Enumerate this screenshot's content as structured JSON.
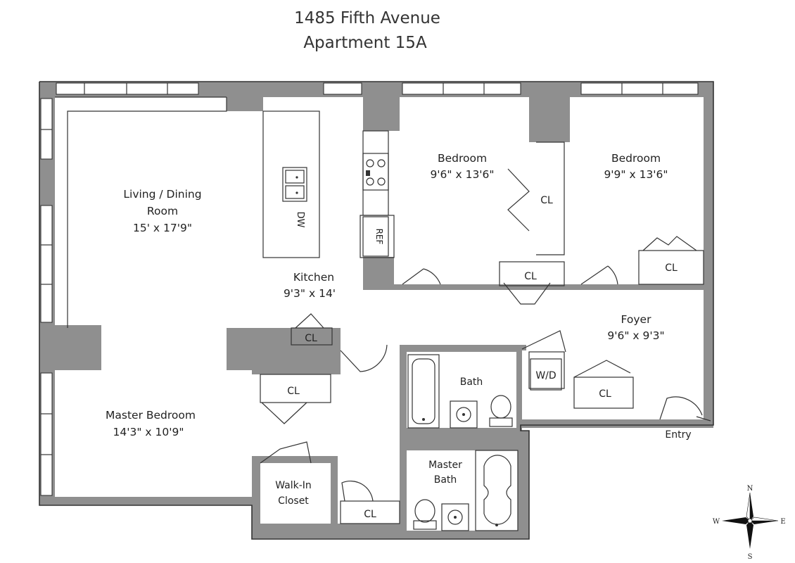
{
  "title": {
    "line1": "1485 Fifth Avenue",
    "line2": "Apartment 15A"
  },
  "rooms": {
    "living": {
      "name1": "Living / Dining",
      "name2": "Room",
      "dims": "15' x 17'9\""
    },
    "kitchen": {
      "name": "Kitchen",
      "dims": "9'3\" x 14'"
    },
    "bedroom1": {
      "name": "Bedroom",
      "dims": "9'6\" x 13'6\""
    },
    "bedroom2": {
      "name": "Bedroom",
      "dims": "9'9\" x 13'6\""
    },
    "foyer": {
      "name": "Foyer",
      "dims": "9'6\" x 9'3\""
    },
    "master_bedroom": {
      "name": "Master Bedroom",
      "dims": "14'3\" x 10'9\""
    },
    "bath": {
      "name": "Bath"
    },
    "master_bath": {
      "name1": "Master",
      "name2": "Bath"
    },
    "walk_in_closet": {
      "name1": "Walk-In",
      "name2": "Closet"
    }
  },
  "closets": {
    "label": "CL"
  },
  "fixtures": {
    "dishwasher": "DW",
    "refrigerator": "REF",
    "washer_dryer": "W/D"
  },
  "entry": "Entry",
  "compass": {
    "n": "N",
    "s": "S",
    "e": "E",
    "w": "W"
  }
}
